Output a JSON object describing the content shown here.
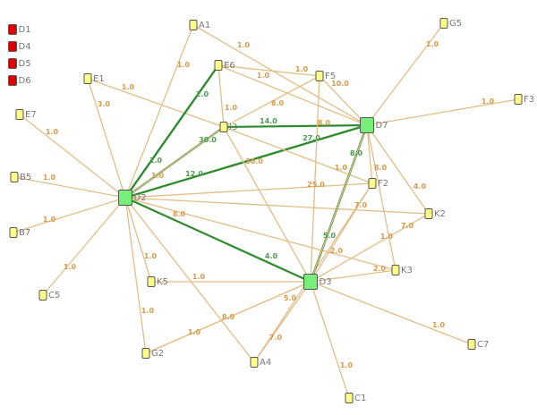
{
  "colors": {
    "tan_edge": "#e3bd86",
    "green_edge": "#2e8b2e",
    "tan_label": "#d89a4a",
    "green_label": "#4f9a4f",
    "node_yellow": "#ffff88",
    "node_green": "#77ee77",
    "node_red": "#dd0000"
  },
  "nodes": [
    {
      "id": "D1",
      "type": "isolated"
    },
    {
      "id": "D4",
      "type": "isolated"
    },
    {
      "id": "D5",
      "type": "isolated"
    },
    {
      "id": "D6",
      "type": "isolated"
    },
    {
      "id": "A1",
      "type": "leaf"
    },
    {
      "id": "E6",
      "type": "leaf"
    },
    {
      "id": "E1",
      "type": "leaf"
    },
    {
      "id": "E7",
      "type": "leaf"
    },
    {
      "id": "B5",
      "type": "leaf"
    },
    {
      "id": "B7",
      "type": "leaf"
    },
    {
      "id": "C5",
      "type": "leaf"
    },
    {
      "id": "K5",
      "type": "leaf"
    },
    {
      "id": "G2",
      "type": "leaf"
    },
    {
      "id": "A4",
      "type": "leaf"
    },
    {
      "id": "C1",
      "type": "leaf"
    },
    {
      "id": "C7",
      "type": "leaf"
    },
    {
      "id": "K3",
      "type": "leaf"
    },
    {
      "id": "K2",
      "type": "leaf"
    },
    {
      "id": "F2",
      "type": "leaf"
    },
    {
      "id": "F5",
      "type": "leaf"
    },
    {
      "id": "G5",
      "type": "leaf"
    },
    {
      "id": "F3",
      "type": "leaf"
    },
    {
      "id": "I3",
      "type": "leaf"
    },
    {
      "id": "D2",
      "type": "hub"
    },
    {
      "id": "D7",
      "type": "hub"
    },
    {
      "id": "D3",
      "type": "hub"
    }
  ],
  "edges": [
    {
      "from": "A1",
      "to": "D2",
      "label": "1.0",
      "kind": "tan"
    },
    {
      "from": "A1",
      "to": "D7",
      "label": "1.0",
      "kind": "tan"
    },
    {
      "from": "E1",
      "to": "D2",
      "label": "3.0",
      "kind": "tan"
    },
    {
      "from": "E1",
      "to": "I3",
      "label": "1.0",
      "kind": "tan"
    },
    {
      "from": "E7",
      "to": "D2",
      "label": "1.0",
      "kind": "tan"
    },
    {
      "from": "B5",
      "to": "D2",
      "label": "1.0",
      "kind": "tan"
    },
    {
      "from": "B7",
      "to": "D2",
      "label": "1.0",
      "kind": "tan"
    },
    {
      "from": "C5",
      "to": "D2",
      "label": "1.0",
      "kind": "tan"
    },
    {
      "from": "K5",
      "to": "D2",
      "label": "1.0",
      "kind": "tan"
    },
    {
      "from": "G2",
      "to": "D2",
      "label": "1.0",
      "kind": "tan"
    },
    {
      "from": "A4",
      "to": "D2",
      "label": "",
      "kind": "tan"
    },
    {
      "from": "K5",
      "to": "D3",
      "label": "1.0",
      "kind": "tan"
    },
    {
      "from": "G2",
      "to": "D3",
      "label": "1.0",
      "kind": "tan"
    },
    {
      "from": "G2",
      "to": "D3",
      "label": "8.0",
      "kind": "tan"
    },
    {
      "from": "A4",
      "to": "D3",
      "label": "7.0",
      "kind": "tan"
    },
    {
      "from": "A4",
      "to": "F2",
      "label": "5.0",
      "kind": "tan"
    },
    {
      "from": "C1",
      "to": "D3",
      "label": "1.0",
      "kind": "tan"
    },
    {
      "from": "C7",
      "to": "D3",
      "label": "1.0",
      "kind": "tan"
    },
    {
      "from": "K3",
      "to": "D3",
      "label": "2.0",
      "kind": "tan"
    },
    {
      "from": "K2",
      "to": "D3",
      "label": "7.0",
      "kind": "tan"
    },
    {
      "from": "K3",
      "to": "D7",
      "label": "1.0",
      "kind": "tan"
    },
    {
      "from": "F2",
      "to": "D3",
      "label": "7.0",
      "kind": "tan"
    },
    {
      "from": "D7",
      "to": "D3",
      "label": "2.0",
      "kind": "tan"
    },
    {
      "from": "D3",
      "to": "D7",
      "label": "5.0",
      "kind": "green"
    },
    {
      "from": "D2",
      "to": "D3",
      "label": "4.0",
      "kind": "green"
    },
    {
      "from": "D2",
      "to": "K3",
      "label": "8.0",
      "kind": "tan"
    },
    {
      "from": "D2",
      "to": "K2",
      "label": "",
      "kind": "tan"
    },
    {
      "from": "D2",
      "to": "F2",
      "label": "25.0",
      "kind": "tan"
    },
    {
      "from": "D2",
      "to": "D7",
      "label": "27.0",
      "kind": "green"
    },
    {
      "from": "D2",
      "to": "D7",
      "label": "30.0",
      "kind": "tan"
    },
    {
      "from": "D2",
      "to": "I3",
      "label": "30.0",
      "kind": "green"
    },
    {
      "from": "D2",
      "to": "I3",
      "label": "1.0",
      "kind": "tan"
    },
    {
      "from": "D2",
      "to": "E6",
      "label": "2.0",
      "kind": "green"
    },
    {
      "from": "D2",
      "to": "E6",
      "label": "1.0",
      "kind": "green"
    },
    {
      "from": "D2",
      "to": "D7",
      "label": "12.0",
      "kind": "green"
    },
    {
      "from": "I3",
      "to": "D7",
      "label": "14.0",
      "kind": "green"
    },
    {
      "from": "I3",
      "to": "E6",
      "label": "1.0",
      "kind": "tan"
    },
    {
      "from": "I3",
      "to": "F5",
      "label": "8.0",
      "kind": "tan"
    },
    {
      "from": "I3",
      "to": "F2",
      "label": "",
      "kind": "tan"
    },
    {
      "from": "I3",
      "to": "D3",
      "label": "",
      "kind": "tan"
    },
    {
      "from": "E6",
      "to": "F5",
      "label": "1.0",
      "kind": "tan"
    },
    {
      "from": "E6",
      "to": "D7",
      "label": "1.0",
      "kind": "tan"
    },
    {
      "from": "F5",
      "to": "D7",
      "label": "10.0",
      "kind": "tan"
    },
    {
      "from": "F5",
      "to": "D3",
      "label": "8.0",
      "kind": "tan"
    },
    {
      "from": "G5",
      "to": "D7",
      "label": "1.0",
      "kind": "tan"
    },
    {
      "from": "F3",
      "to": "D7",
      "label": "1.0",
      "kind": "tan"
    },
    {
      "from": "F2",
      "to": "D7",
      "label": "8.0",
      "kind": "tan"
    },
    {
      "from": "D3",
      "to": "D7",
      "label": "8.0",
      "kind": "green"
    },
    {
      "from": "D7",
      "to": "D3",
      "label": "1.0",
      "kind": "tan"
    },
    {
      "from": "K2",
      "to": "D7",
      "label": "4.0",
      "kind": "tan"
    }
  ]
}
